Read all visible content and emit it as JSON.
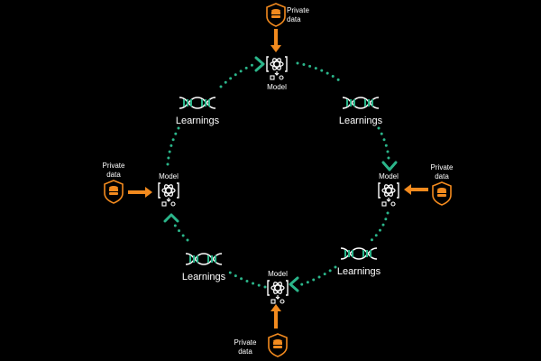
{
  "colors": {
    "accent_orange": "#f28a1e",
    "accent_green": "#2bb58a",
    "background": "#000000"
  },
  "models": [
    {
      "label": "Model"
    },
    {
      "label": "Model"
    },
    {
      "label": "Model"
    },
    {
      "label": "Model"
    }
  ],
  "learnings": [
    {
      "label": "Learnings"
    },
    {
      "label": "Learnings"
    },
    {
      "label": "Learnings"
    },
    {
      "label": "Learnings"
    }
  ],
  "private_data": [
    {
      "line1": "Private",
      "line2": "data"
    },
    {
      "line1": "Private",
      "line2": "data"
    },
    {
      "line1": "Private",
      "line2": "data"
    },
    {
      "line1": "Private",
      "line2": "data"
    }
  ]
}
